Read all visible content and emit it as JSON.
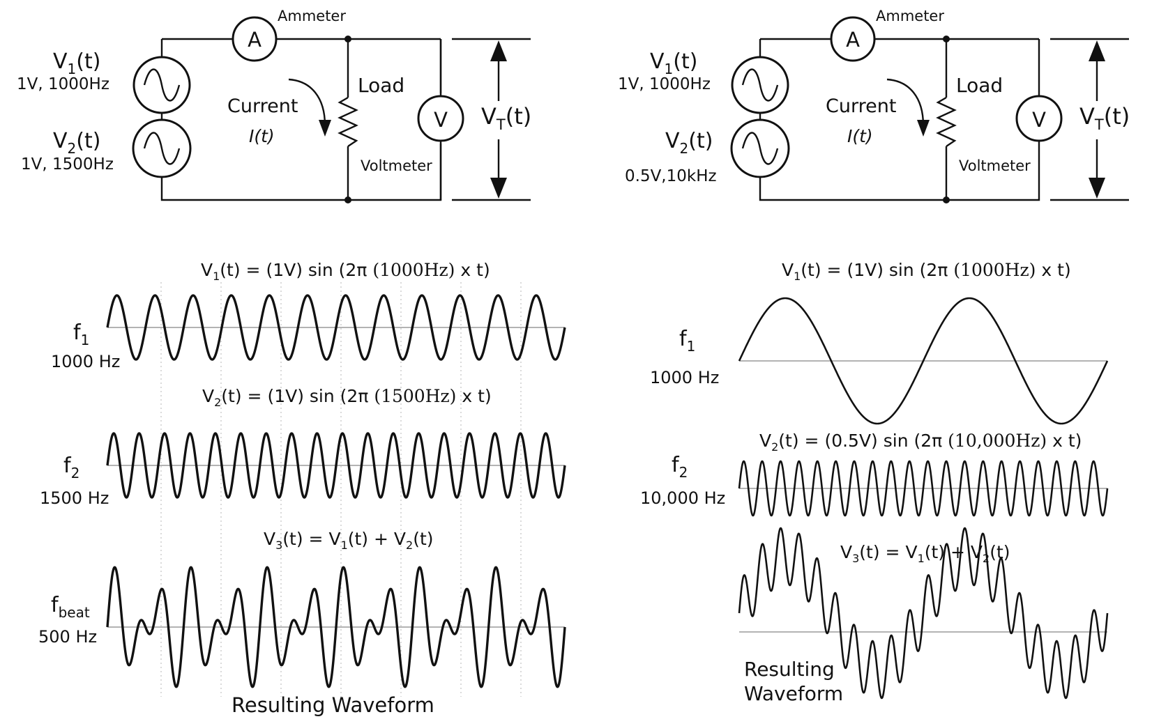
{
  "circuits": [
    {
      "ammeter": "Ammeter",
      "ammeter_symbol": "A",
      "v1_name": "V",
      "v1_sub": "1",
      "v1_arg": "(t)",
      "v1_spec": "1V, 1000Hz",
      "v2_name": "V",
      "v2_sub": "2",
      "v2_arg": "(t)",
      "v2_spec": "1V, 1500Hz",
      "current": "Current",
      "current_sym": "I(t)",
      "load": "Load",
      "voltmeter": "Voltmeter",
      "voltmeter_symbol": "V",
      "vt_name": "V",
      "vt_sub": "T",
      "vt_arg": "(t)"
    },
    {
      "ammeter": "Ammeter",
      "ammeter_symbol": "A",
      "v1_name": "V",
      "v1_sub": "1",
      "v1_arg": "(t)",
      "v1_spec": "1V, 1000Hz",
      "v2_name": "V",
      "v2_sub": "2",
      "v2_arg": "(t)",
      "v2_spec": "0.5V,10kHz",
      "current": "Current",
      "current_sym": "I(t)",
      "load": "Load",
      "voltmeter": "Voltmeter",
      "voltmeter_symbol": "V",
      "vt_name": "V",
      "vt_sub": "T",
      "vt_arg": "(t)"
    }
  ],
  "panels": [
    {
      "eq1": {
        "pre": "V",
        "sub": "1",
        "mid": "(t) = (1V) sin (2π",
        "num": " (1000Hz)",
        "post": " x t)"
      },
      "f1": {
        "name": "f",
        "sub": "1",
        "value": "1000 Hz"
      },
      "eq2": {
        "pre": "V",
        "sub": "2",
        "mid": "(t) = (1V) sin (2π",
        "num": " (1500Hz)",
        "post": " x t)"
      },
      "f2": {
        "name": "f",
        "sub": "2",
        "value": "1500 Hz"
      },
      "eq3": {
        "a": "V",
        "as": "3",
        "b": "(t) = V",
        "bs": "1",
        "c": "(t) + V",
        "cs": "2",
        "d": "(t)"
      },
      "fbeat": {
        "name": "f",
        "sub": "beat",
        "value": "500 Hz"
      },
      "result": "Resulting Waveform"
    },
    {
      "eq1": {
        "pre": "V",
        "sub": "1",
        "mid": "(t) = (1V) sin (2π",
        "num": " (1000Hz)",
        "post": " x t)"
      },
      "f1": {
        "name": "f",
        "sub": "1",
        "value": "1000 Hz"
      },
      "eq2": {
        "pre": "V",
        "sub": "2",
        "mid": "(t) = (0.5V) sin (2π",
        "num": " (10,000Hz)",
        "post": " x t)"
      },
      "f2": {
        "name": "f",
        "sub": "2",
        "value": "10,000 Hz"
      },
      "eq3": {
        "a": "V",
        "as": "3",
        "b": "(t) = V",
        "bs": "1",
        "c": "(t) + V",
        "cs": "2",
        "d": "(t)"
      },
      "result_line1": "Resulting",
      "result_line2": "Waveform"
    }
  ],
  "waves": {
    "left": {
      "f1_hz": 1000,
      "f1_amp_v": 1,
      "f2_hz": 1500,
      "f2_amp_v": 1,
      "cycles_f1_shown": 12
    },
    "right": {
      "f1_hz": 1000,
      "f1_amp_v": 1,
      "f2_hz": 10000,
      "f2_amp_v": 0.5,
      "cycles_f1_shown": 2
    }
  }
}
